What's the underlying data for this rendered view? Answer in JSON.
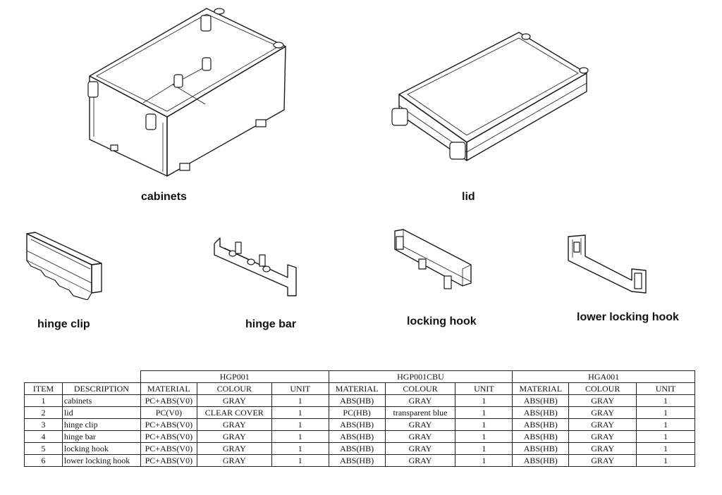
{
  "labels": {
    "cabinets": "cabinets",
    "lid": "lid",
    "hinge_clip": "hinge clip",
    "hinge_bar": "hinge bar",
    "locking_hook": "locking hook",
    "lower_locking_hook": "lower locking hook"
  },
  "table": {
    "groups": [
      "HGP001",
      "HGP001CBU",
      "HGA001"
    ],
    "headers": {
      "item": "ITEM",
      "description": "DESCRIPTION",
      "material": "MATERIAL",
      "colour": "COLOUR",
      "unit": "UNIT"
    },
    "rows": [
      {
        "item": "1",
        "description": "cabinets",
        "g1": [
          "PC+ABS(V0)",
          "GRAY",
          "1"
        ],
        "g2": [
          "ABS(HB)",
          "GRAY",
          "1"
        ],
        "g3": [
          "ABS(HB)",
          "GRAY",
          "1"
        ]
      },
      {
        "item": "2",
        "description": "lid",
        "g1": [
          "PC(V0)",
          "CLEAR COVER",
          "1"
        ],
        "g2": [
          "PC(HB)",
          "transparent blue",
          "1"
        ],
        "g3": [
          "ABS(HB)",
          "GRAY",
          "1"
        ]
      },
      {
        "item": "3",
        "description": "hinge clip",
        "g1": [
          "PC+ABS(V0)",
          "GRAY",
          "1"
        ],
        "g2": [
          "ABS(HB)",
          "GRAY",
          "1"
        ],
        "g3": [
          "ABS(HB)",
          "GRAY",
          "1"
        ]
      },
      {
        "item": "4",
        "description": "hinge bar",
        "g1": [
          "PC+ABS(V0)",
          "GRAY",
          "1"
        ],
        "g2": [
          "ABS(HB)",
          "GRAY",
          "1"
        ],
        "g3": [
          "ABS(HB)",
          "GRAY",
          "1"
        ]
      },
      {
        "item": "5",
        "description": "locking hook",
        "g1": [
          "PC+ABS(V0)",
          "GRAY",
          "1"
        ],
        "g2": [
          "ABS(HB)",
          "GRAY",
          "1"
        ],
        "g3": [
          "ABS(HB)",
          "GRAY",
          "1"
        ]
      },
      {
        "item": "6",
        "description": "lower locking hook",
        "g1": [
          "PC+ABS(V0)",
          "GRAY",
          "1"
        ],
        "g2": [
          "ABS(HB)",
          "GRAY",
          "1"
        ],
        "g3": [
          "ABS(HB)",
          "GRAY",
          "1"
        ]
      }
    ]
  }
}
